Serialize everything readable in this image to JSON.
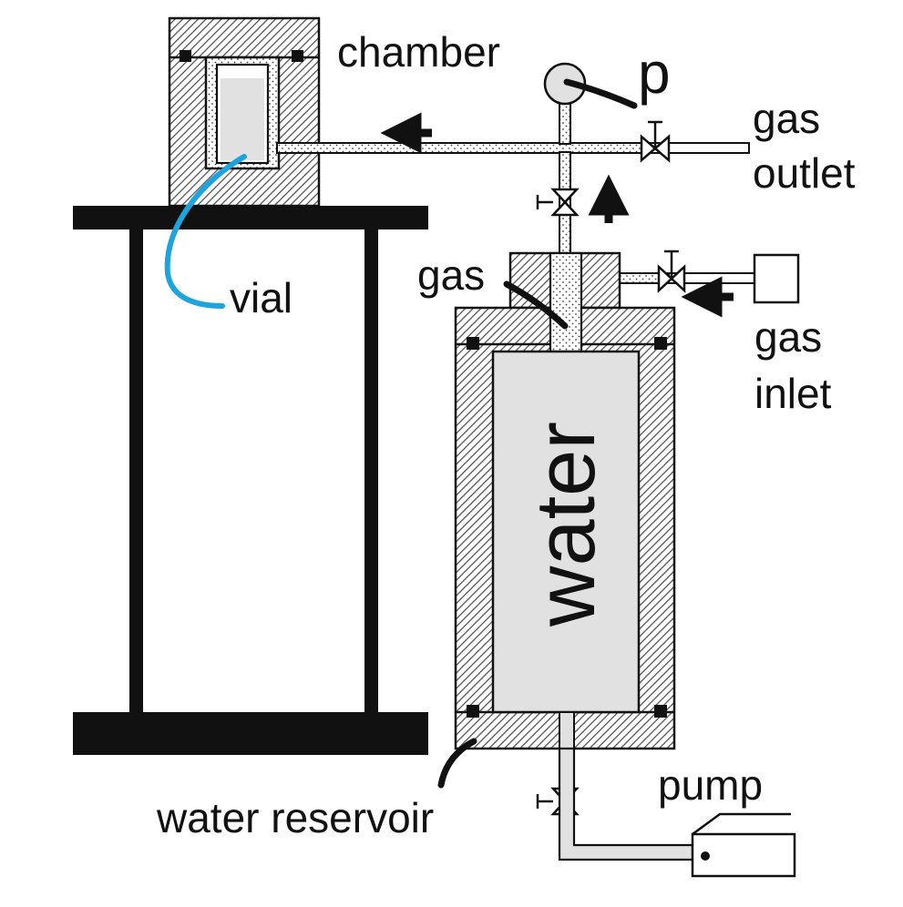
{
  "labels": {
    "chamber": "chamber",
    "pressure": "p",
    "gas_outlet_line1": "gas",
    "gas_outlet_line2": "outlet",
    "gas": "gas",
    "gas_inlet_line1": "gas",
    "gas_inlet_line2": "inlet",
    "vial": "vial",
    "water": "water",
    "pump": "pump",
    "water_reservoir": "water reservoir"
  },
  "colors": {
    "hatch_fill": "#7a7a7a",
    "water": "#e1e1e1",
    "vial_tube": "#1ea4dc",
    "outline": "#111111"
  }
}
